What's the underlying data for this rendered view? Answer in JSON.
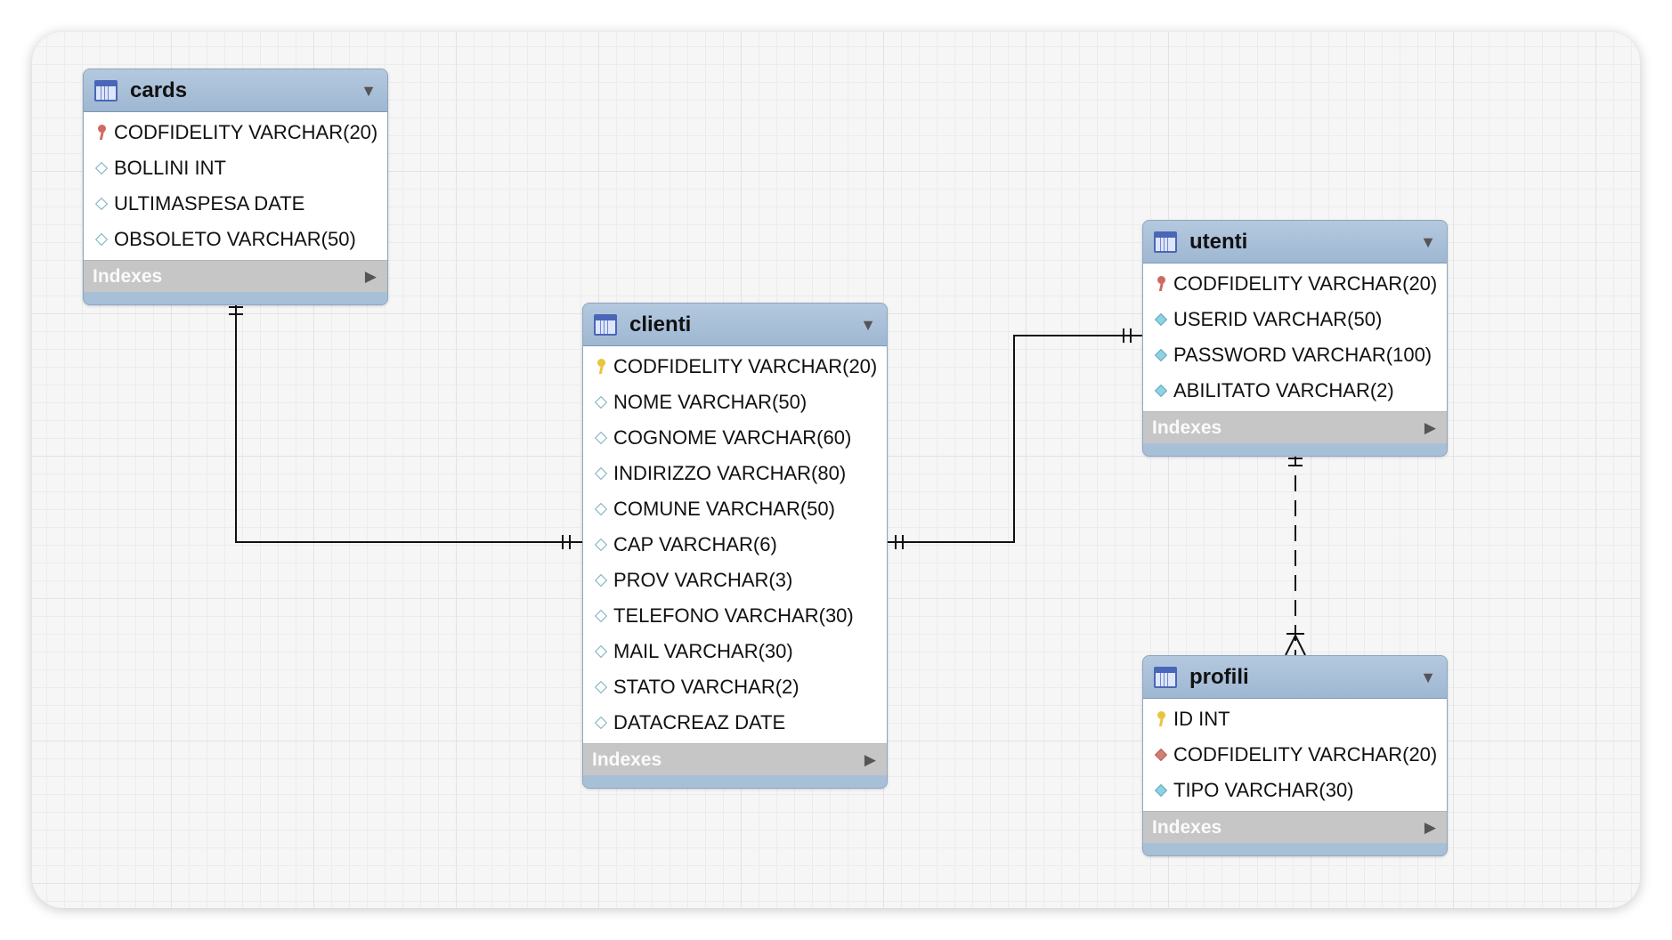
{
  "entities": {
    "cards": {
      "name": "cards",
      "indexes_label": "Indexes",
      "attributes": [
        {
          "label": "CODFIDELITY VARCHAR(20)",
          "key": "pk-fk"
        },
        {
          "label": "BOLLINI INT",
          "key": "none"
        },
        {
          "label": "ULTIMASPESA DATE",
          "key": "none"
        },
        {
          "label": "OBSOLETO VARCHAR(50)",
          "key": "none"
        }
      ]
    },
    "clienti": {
      "name": "clienti",
      "indexes_label": "Indexes",
      "attributes": [
        {
          "label": "CODFIDELITY VARCHAR(20)",
          "key": "pk"
        },
        {
          "label": "NOME VARCHAR(50)",
          "key": "none"
        },
        {
          "label": "COGNOME VARCHAR(60)",
          "key": "none"
        },
        {
          "label": "INDIRIZZO VARCHAR(80)",
          "key": "none"
        },
        {
          "label": "COMUNE VARCHAR(50)",
          "key": "none"
        },
        {
          "label": "CAP VARCHAR(6)",
          "key": "none"
        },
        {
          "label": "PROV VARCHAR(3)",
          "key": "none"
        },
        {
          "label": "TELEFONO VARCHAR(30)",
          "key": "none"
        },
        {
          "label": "MAIL VARCHAR(30)",
          "key": "none"
        },
        {
          "label": "STATO VARCHAR(2)",
          "key": "none"
        },
        {
          "label": "DATACREAZ DATE",
          "key": "none"
        }
      ]
    },
    "utenti": {
      "name": "utenti",
      "indexes_label": "Indexes",
      "attributes": [
        {
          "label": "CODFIDELITY VARCHAR(20)",
          "key": "pk-fk"
        },
        {
          "label": "USERID VARCHAR(50)",
          "key": "not-null"
        },
        {
          "label": "PASSWORD VARCHAR(100)",
          "key": "not-null"
        },
        {
          "label": "ABILITATO VARCHAR(2)",
          "key": "not-null"
        }
      ]
    },
    "profili": {
      "name": "profili",
      "indexes_label": "Indexes",
      "attributes": [
        {
          "label": "ID INT",
          "key": "pk"
        },
        {
          "label": "CODFIDELITY VARCHAR(20)",
          "key": "fk"
        },
        {
          "label": "TIPO VARCHAR(30)",
          "key": "not-null"
        }
      ]
    }
  },
  "relationships": [
    {
      "from": "cards",
      "to": "clienti",
      "cardinality": "one-to-one",
      "style": "identifying"
    },
    {
      "from": "clienti",
      "to": "utenti",
      "cardinality": "one-to-one",
      "style": "identifying"
    },
    {
      "from": "utenti",
      "to": "profili",
      "cardinality": "one-to-many",
      "style": "non-identifying"
    }
  ],
  "colors": {
    "header": "#a8bfd8",
    "indexes_bar": "#c6c6c6",
    "pk_key": "#e9c43e",
    "pk_fk_key": "#cf6a5e",
    "attribute_diamond": "#8fd2e2",
    "fk_diamond": "#d47f76"
  }
}
